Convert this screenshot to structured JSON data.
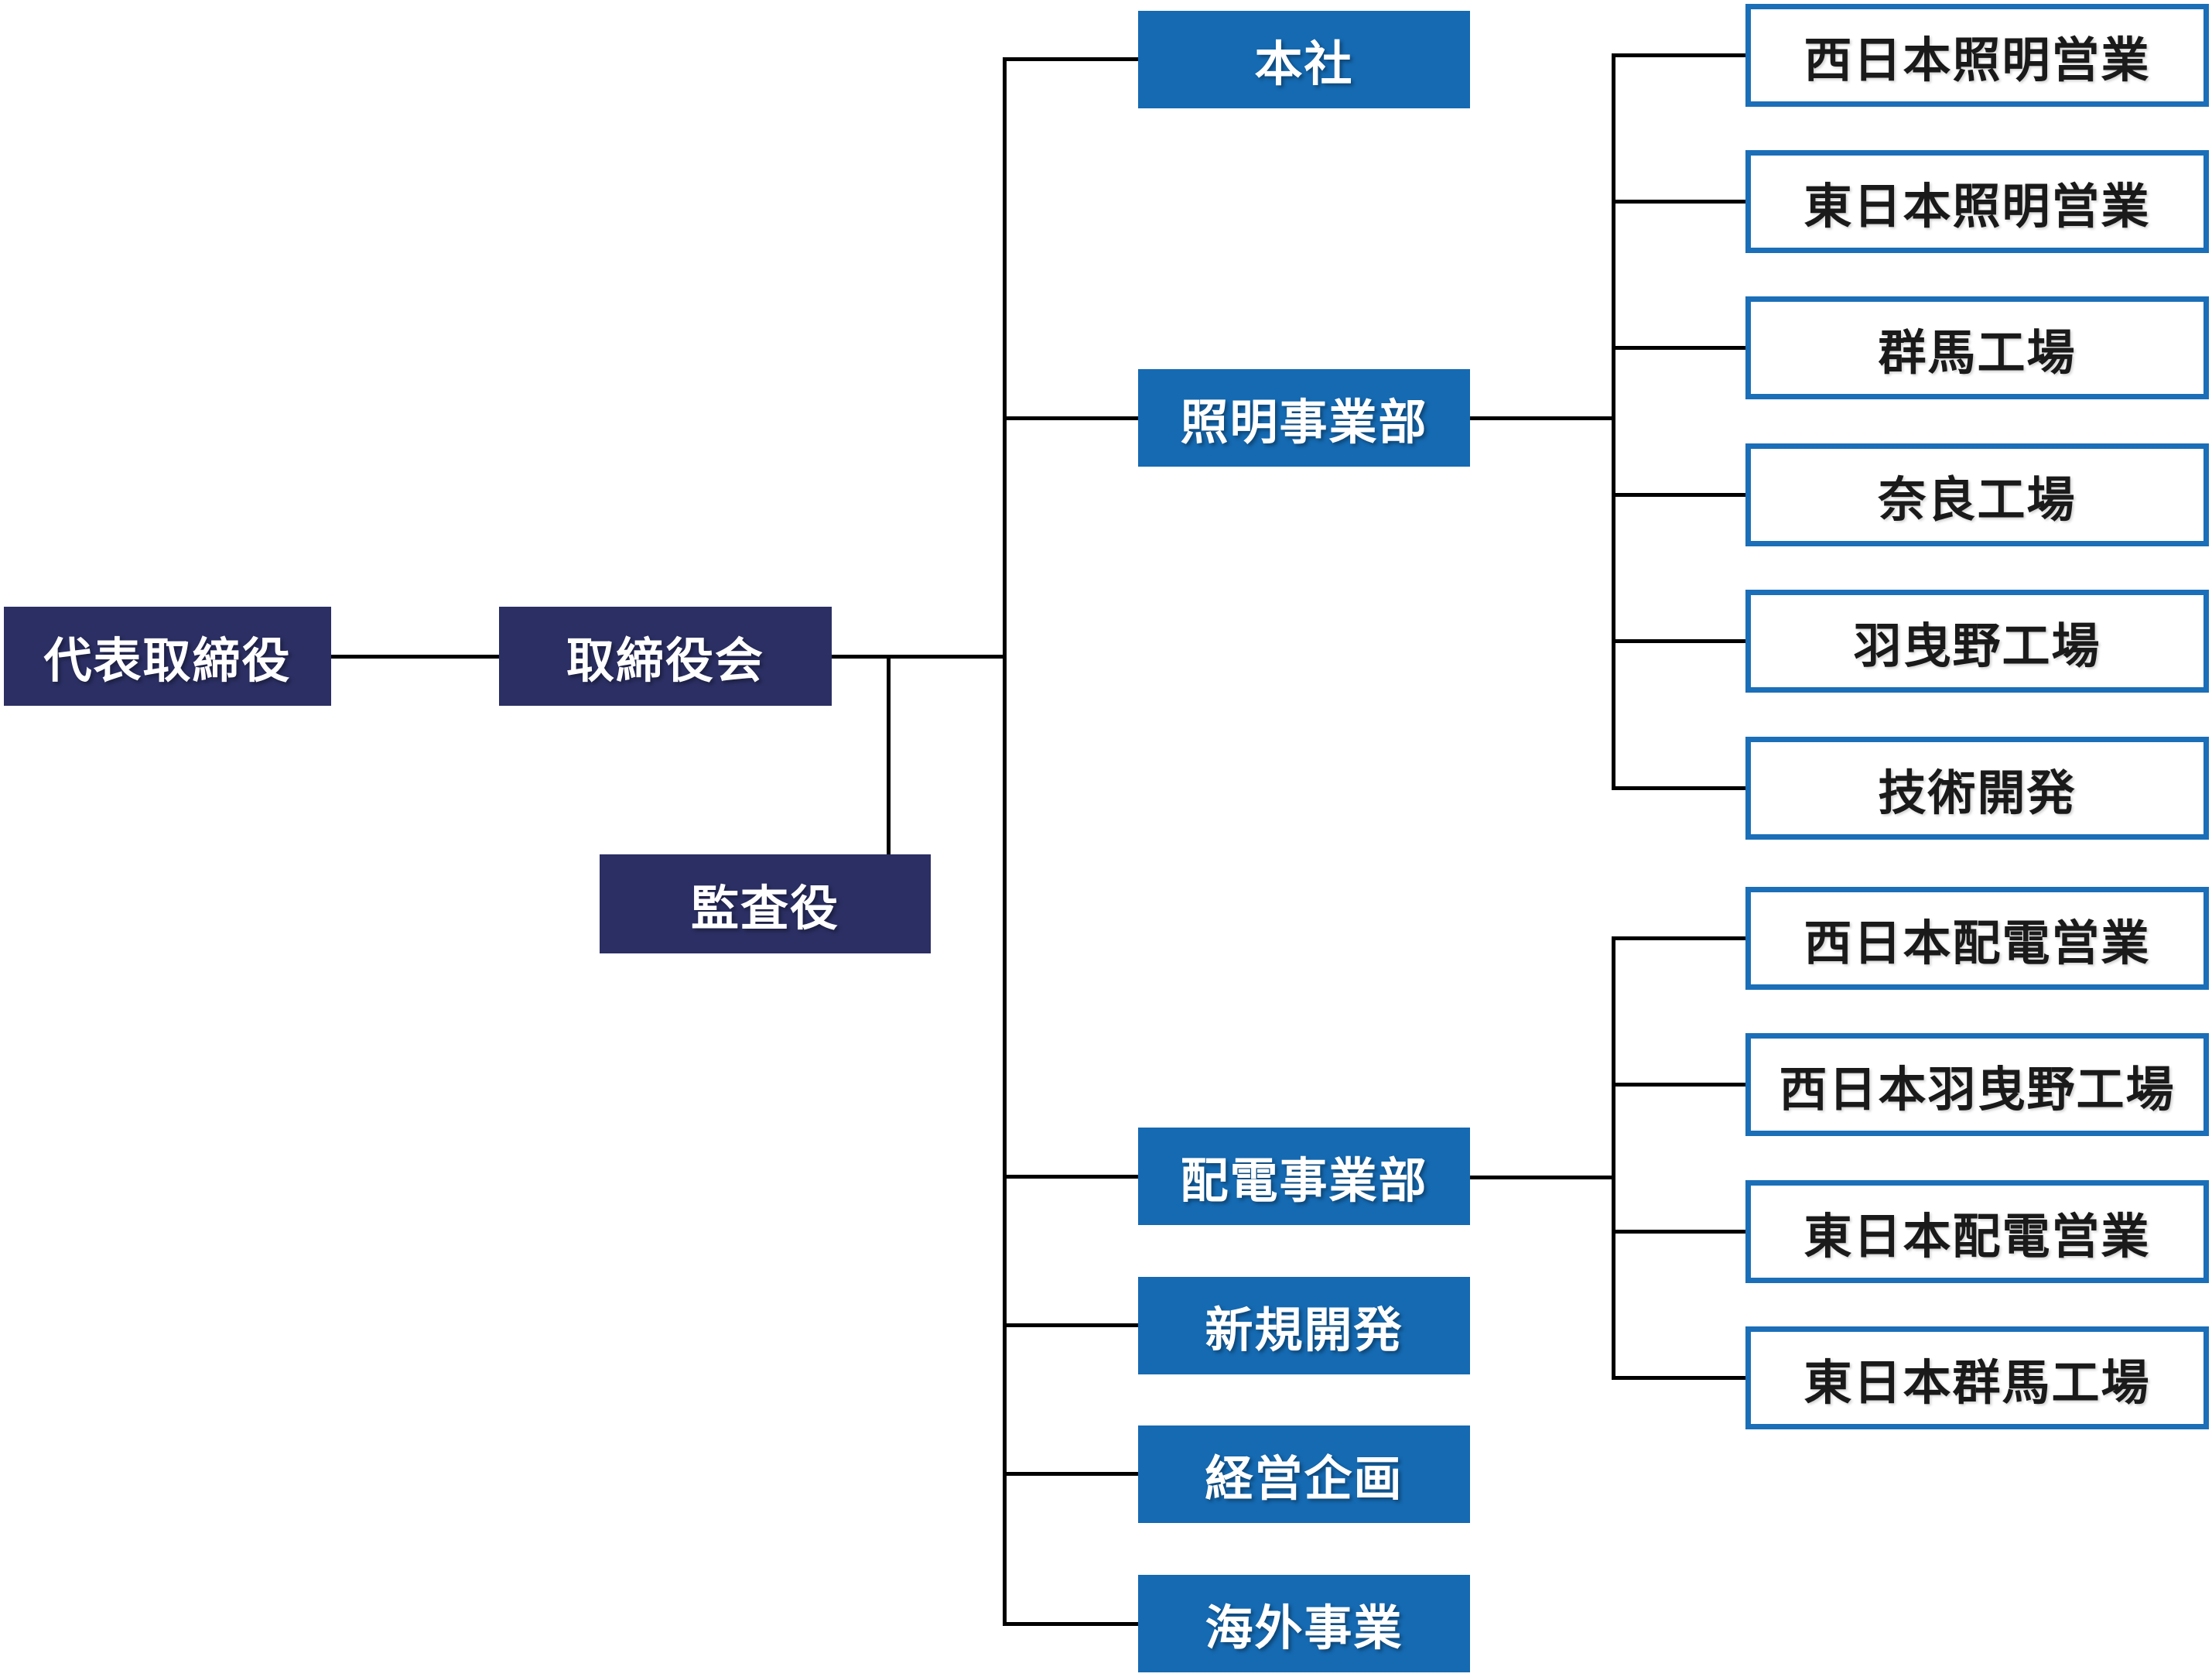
{
  "org_chart": {
    "executives": {
      "representative_director": {
        "label": "代表取締役"
      },
      "board_of_directors": {
        "label": "取締役会"
      },
      "auditor": {
        "label": "監査役"
      }
    },
    "divisions": {
      "head_office": {
        "label": "本社"
      },
      "lighting_division": {
        "label": "照明事業部"
      },
      "distribution_division": {
        "label": "配電事業部"
      },
      "new_development": {
        "label": "新規開発"
      },
      "corporate_planning": {
        "label": "経営企画"
      },
      "overseas_business": {
        "label": "海外事業"
      }
    },
    "lighting_division_children": [
      {
        "label": "西日本照明営業"
      },
      {
        "label": "東日本照明営業"
      },
      {
        "label": "群馬工場"
      },
      {
        "label": "奈良工場"
      },
      {
        "label": "羽曳野工場"
      },
      {
        "label": "技術開発"
      }
    ],
    "distribution_division_children": [
      {
        "label": "西日本配電営業"
      },
      {
        "label": "西日本羽曳野工場"
      },
      {
        "label": "東日本配電営業"
      },
      {
        "label": "東日本群馬工場"
      }
    ],
    "colors": {
      "navy_box": "#2b2f63",
      "blue_box": "#156ab2",
      "white_box_border": "#1b6fb8",
      "connector_line": "#000000",
      "text_on_color": "#ffffff",
      "text_on_white": "#1a1a1a"
    }
  }
}
